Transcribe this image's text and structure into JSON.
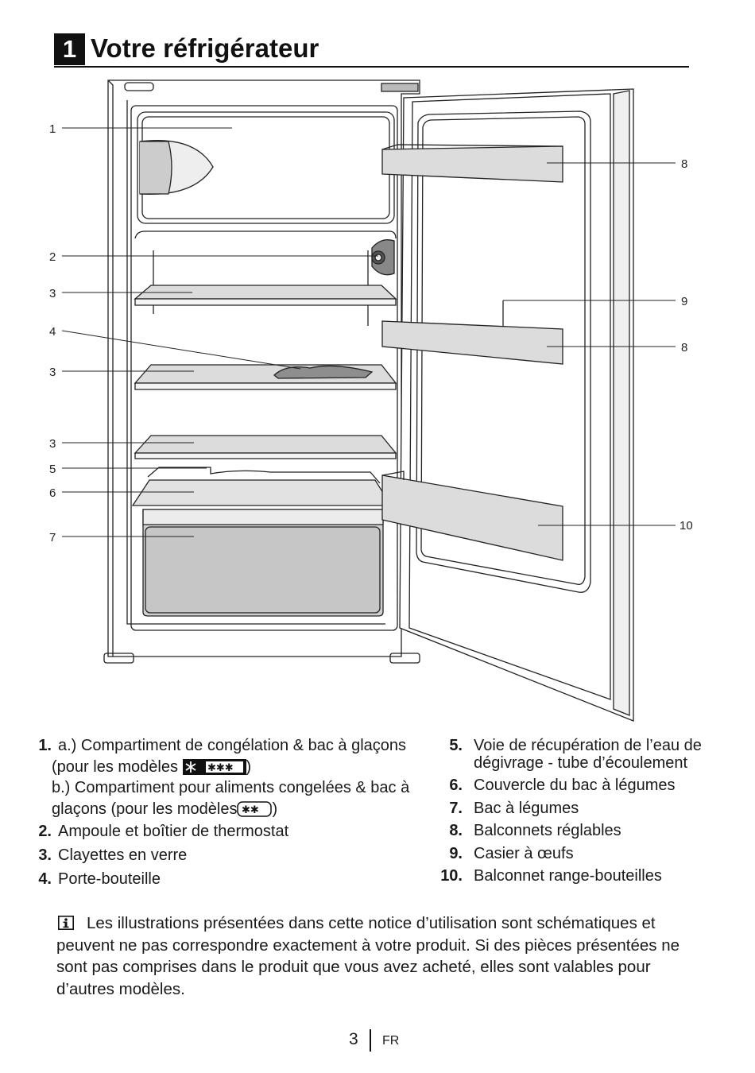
{
  "header": {
    "chapter_number": "1",
    "title": "Votre réfrigérateur"
  },
  "callouts": {
    "left": [
      "1",
      "2",
      "3",
      "4",
      "3",
      "3",
      "5",
      "6",
      "7"
    ],
    "right": [
      "8",
      "9",
      "8",
      "10"
    ]
  },
  "legend_left": {
    "item1_num": "1.",
    "item1_a_pre": "a.) Compartiment de congélation & bac à glaçons",
    "item1_a_post": "(pour les modèles",
    "item1_a_close": ")",
    "item1_b_pre": "b.) Compartiment pour aliments congelées & bac à",
    "item1_b_post": "glaçons (pour les modèles",
    "item1_b_close": ")",
    "item2_num": "2.",
    "item2": "Ampoule et boîtier de thermostat",
    "item3_num": "3.",
    "item3": "Clayettes en verre",
    "item4_num": "4.",
    "item4": "Porte-bouteille"
  },
  "legend_right": {
    "item5_num": "5.",
    "item5_line1": "Voie de récupération de l’eau de",
    "item5_line2": "dégivrage - tube d’écoulement",
    "item6_num": "6.",
    "item6": "Couvercle du bac à légumes",
    "item7_num": "7.",
    "item7": "Bac à légumes",
    "item8_num": "8.",
    "item8": "Balconnets réglables",
    "item9_num": "9.",
    "item9": "Casier à œufs",
    "item10_num": "10.",
    "item10": "Balconnet range-bouteilles"
  },
  "note": {
    "icon": "info-icon",
    "text": "Les illustrations présentées dans cette notice d’utilisation sont schématiques et peuvent ne pas correspondre exactement à votre produit. Si des pièces présentées ne sont pas comprises dans le produit que vous avez acheté, elles sont valables pour d’autres modèles."
  },
  "footer": {
    "page": "3",
    "language": "FR"
  },
  "colors": {
    "text": "#1a1a1a",
    "line": "#222222",
    "shelf_fill": "#d9d9d9",
    "crisper_fill": "#cfcfcf"
  }
}
